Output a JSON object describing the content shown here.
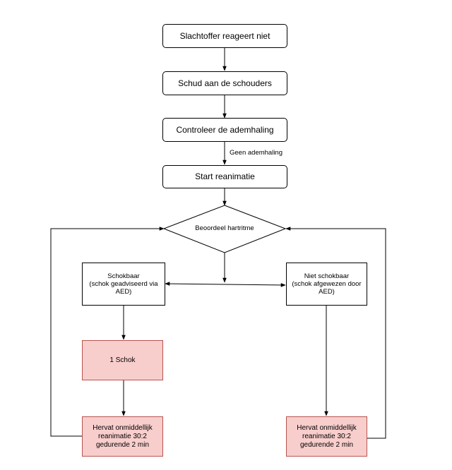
{
  "nodes": {
    "n1": "Slachtoffer reageert niet",
    "n2": "Schud aan de schouders",
    "n3": "Controleer de ademhaling",
    "n4": "Start reanimatie",
    "decision": "Beoordeel hartritme",
    "left_box": "Schokbaar\n(schok geadviseerd via\nAED)",
    "right_box": "Niet schokbaar\n(schok afgewezen door\nAED)",
    "shock": "1 Schok",
    "resume_left": "Hervat onmiddellijk\nreanimatie 30:2\ngedurende 2 min",
    "resume_right": "Hervat onmiddellijk\nreanimatie 30:2\ngedurende 2 min"
  },
  "edge_labels": {
    "no_breathing": "Geen ademhaling"
  },
  "colors": {
    "line": "#000000",
    "highlight_fill": "#f8cecc",
    "highlight_border": "#b85450"
  }
}
